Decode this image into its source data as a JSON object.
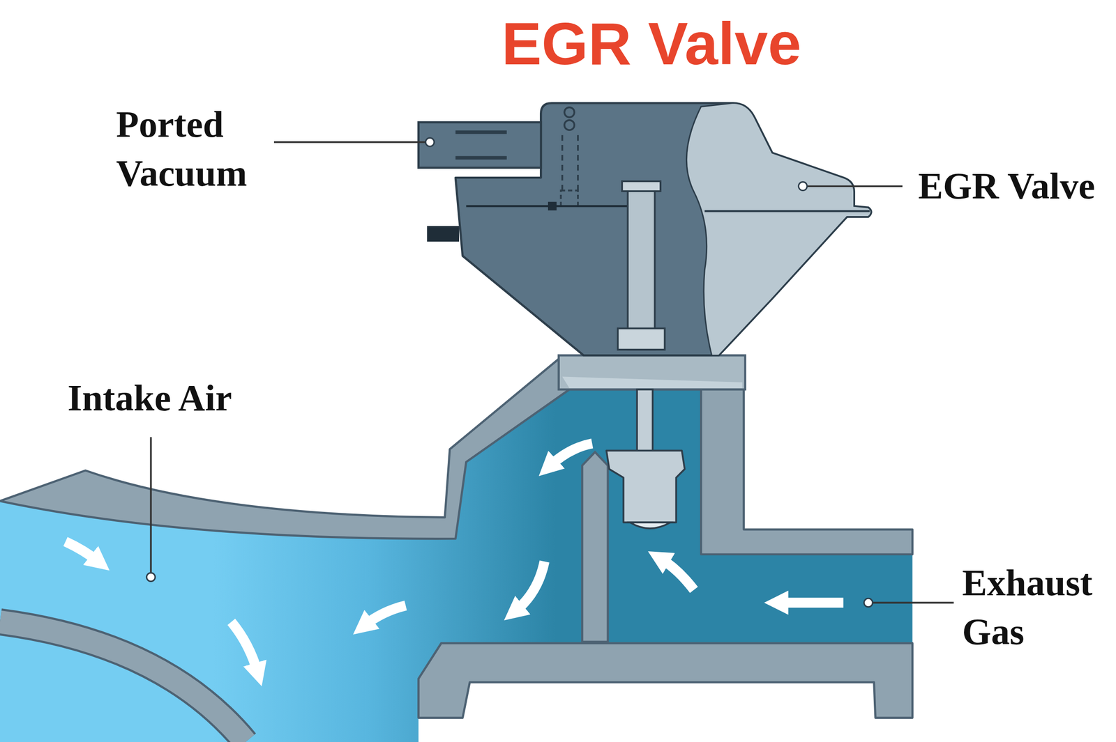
{
  "diagram": {
    "title": "EGR Valve",
    "labels": [
      "Ported Vacuum",
      "EGR Valve",
      "Intake Air",
      "Exhaust Gas"
    ]
  }
}
